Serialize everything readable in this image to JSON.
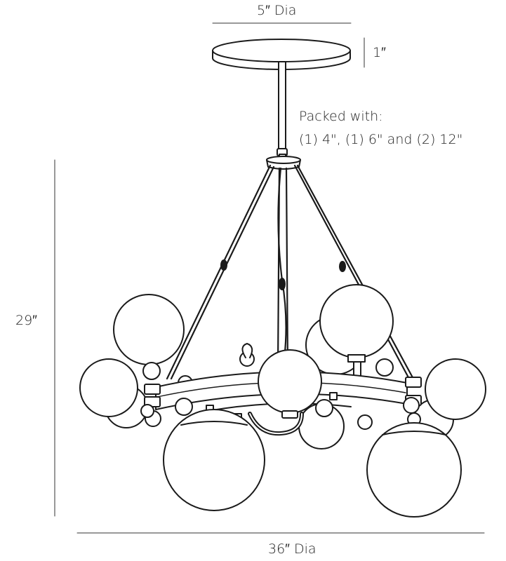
{
  "dimensions": {
    "canopy_diameter": "5″ Dia",
    "canopy_height": "1″",
    "overall_height": "29″",
    "overall_width": "36″ Dia"
  },
  "note": {
    "line1": "Packed with:",
    "line2": "(1) 4\", (1) 6\" and (2) 12\""
  },
  "colors": {
    "line": "#1a1a1a",
    "dim_line": "#333333",
    "fill": "#ffffff"
  }
}
